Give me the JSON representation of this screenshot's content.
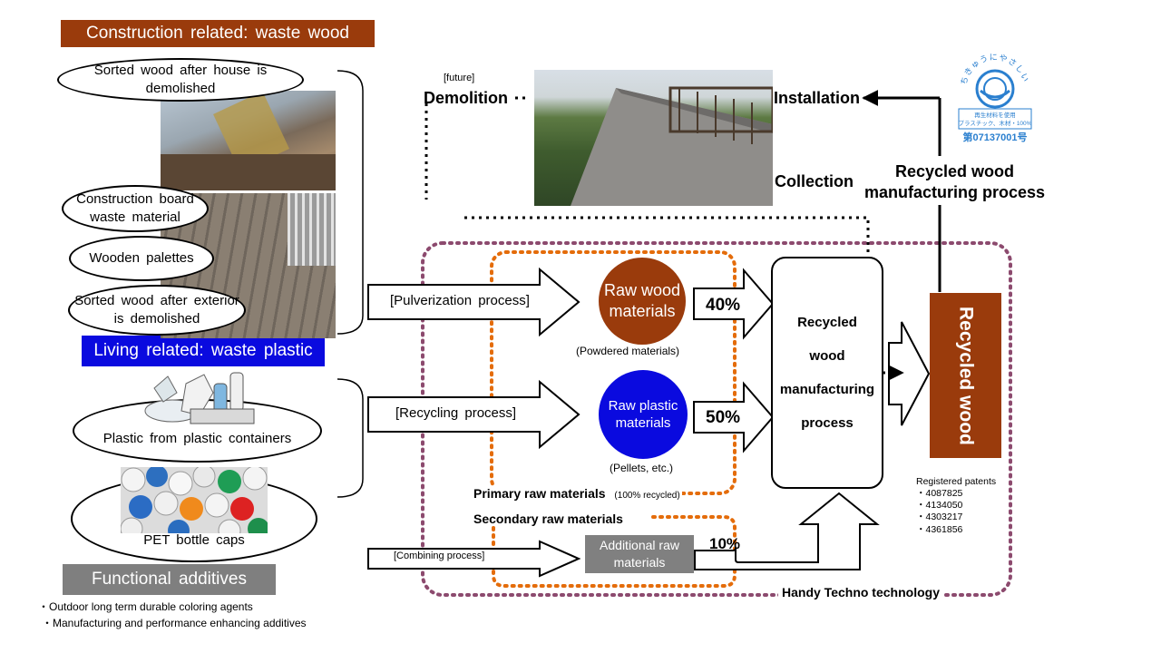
{
  "construction": {
    "header": "Construction related: waste wood",
    "items": [
      "Sorted wood after house is demolished",
      "Construction board waste material",
      "Wooden palettes",
      "Sorted wood after exterior is demolished"
    ]
  },
  "living": {
    "header": "Living related: waste plastic",
    "items": [
      "Plastic from plastic containers",
      "PET bottle caps"
    ]
  },
  "functional": {
    "header": "Functional additives",
    "notes": [
      "・Outdoor long term durable coloring agents",
      "・Manufacturing and performance enhancing additives"
    ]
  },
  "processes": {
    "pulverization": "[Pulverization process]",
    "recycling": "[Recycling process]",
    "combining": "[Combining process]"
  },
  "materials": {
    "wood": {
      "label": "Raw wood materials",
      "sub": "(Powdered materials)",
      "percent": "40%"
    },
    "plastic": {
      "label": "Raw plastic materials",
      "sub": "(Pellets, etc.)",
      "percent": "50%"
    },
    "additional": {
      "label": "Additional raw materials",
      "percent": "10%"
    }
  },
  "primary": {
    "label": "Primary raw materials",
    "note": "(100% recycled)"
  },
  "secondary": {
    "label": "Secondary raw materials"
  },
  "manufacturing_box": [
    "Recycled",
    "wood",
    "manufacturing",
    "process"
  ],
  "product": "Recycled wood",
  "patents": {
    "title": "Registered patents",
    "numbers": [
      "・4087825",
      "・4134050",
      "・4303217",
      "・4361856"
    ]
  },
  "technology": "Handy Techno technology",
  "lifecycle": {
    "future": "[future]",
    "demolition": "Demolition",
    "installation": "Installation",
    "collection": "Collection",
    "process": "Recycled wood manufacturing process"
  },
  "ecomark": {
    "arc_text": "ちきゅうにやさしい",
    "line1": "再生材料を使用",
    "line2": "プラスチック、木材・100%",
    "number": "第07137001号"
  },
  "colors": {
    "construction_header": "#9a3b0c",
    "living_header": "#0a0adf",
    "functional_header": "#7f7f7f",
    "wood_circle": "#9a3b0c",
    "plastic_circle": "#0a0adf",
    "additional_box": "#808080",
    "orange_dotted": "#e46c0a",
    "purple_dotted": "#8c4a6e",
    "ecomark_blue": "#2a7fcf"
  }
}
